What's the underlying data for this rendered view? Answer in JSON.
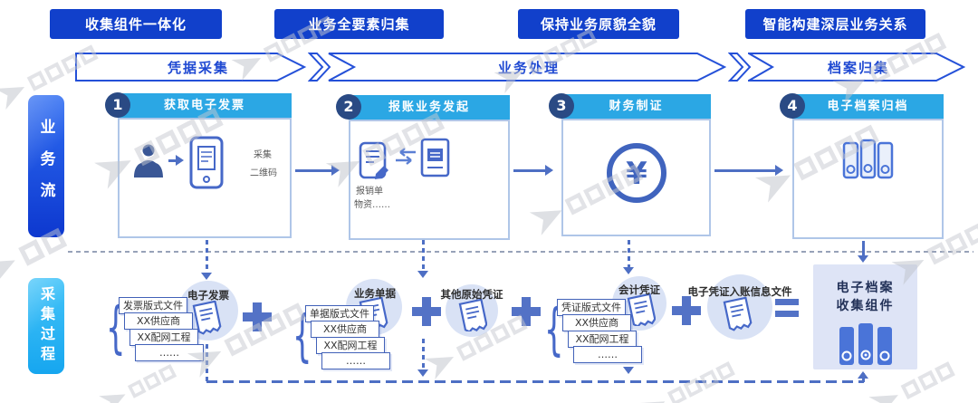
{
  "header_tags": [
    {
      "label": "收集组件一体化"
    },
    {
      "label": "业务全要素归集"
    },
    {
      "label": "保持业务原貌全貌"
    },
    {
      "label": "智能构建深层业务关系"
    }
  ],
  "phase_banners": [
    {
      "label": "凭据采集"
    },
    {
      "label": "业务处理"
    },
    {
      "label": "档案归集"
    }
  ],
  "lanes": {
    "flow_label": "业务流",
    "collect_label": "采集过程"
  },
  "process_boxes": [
    {
      "num": "1",
      "title": "获取电子发票",
      "caption_lines": [
        "采集",
        "二维码"
      ]
    },
    {
      "num": "2",
      "title": "报账业务发起",
      "caption_lines": [
        "报销单",
        "物资……"
      ]
    },
    {
      "num": "3",
      "title": "财务制证",
      "caption_lines": []
    },
    {
      "num": "4",
      "title": "电子档案归档",
      "caption_lines": []
    }
  ],
  "collect_row": {
    "groups": [
      {
        "label": "电子发票",
        "cards": [
          "发票版式文件",
          "XX供应商",
          "XX配网工程",
          "……"
        ]
      },
      {
        "label": "业务单据",
        "cards": [
          "单据版式文件",
          "XX供应商",
          "XX配网工程",
          "……"
        ]
      },
      {
        "label": "其他原始凭证",
        "cards": []
      },
      {
        "label": "会计凭证",
        "cards": [
          "凭证版式文件",
          "XX供应商",
          "XX配网工程",
          "……"
        ]
      },
      {
        "label": "电子凭证入账信息文件",
        "cards": []
      }
    ],
    "operators": [
      "+",
      "+",
      "+",
      "+",
      "="
    ],
    "result_box": {
      "line1": "电子档案",
      "line2": "收集组件"
    }
  },
  "icons": {
    "box1": [
      "person-icon",
      "arrow-right-icon",
      "phone-capture-icon"
    ],
    "box2": [
      "document-edit-icon",
      "exchange-arrows-icon",
      "tax-invoice-icon"
    ],
    "box3": [
      "yuan-circle-icon"
    ],
    "box4": [
      "archive-binders-icon"
    ],
    "collect_circles": "receipt-icon",
    "result_box": "archive-binders-icon"
  },
  "colors": {
    "tag_blue": "#1140CB",
    "banner_border_blue": "#2450D8",
    "banner_text_blue": "#1F49D2",
    "header_cyan": "#2BA7E4",
    "number_navy": "#2A4A84",
    "lane_flow_gradient": [
      "#2F6DF2",
      "#0D38CF"
    ],
    "lane_collect_gradient": [
      "#45C4F9",
      "#16A6EF"
    ],
    "connector_blue": "#4E6FC4",
    "icon_blue": "#4668C8",
    "circle_fill": "#D9E2F5",
    "box_border": "#AFC6E8",
    "result_box_fill": "#DEE4F6",
    "card_border": "#4161B8"
  }
}
